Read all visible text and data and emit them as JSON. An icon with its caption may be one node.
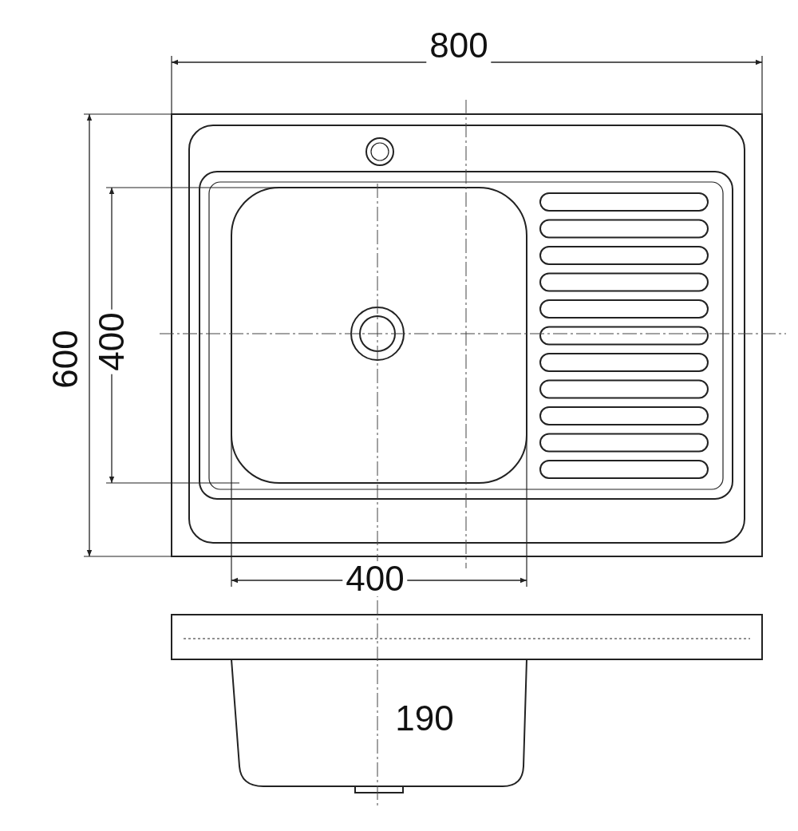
{
  "diagram": {
    "labels": [
      "800",
      "600",
      "400",
      "400",
      "190"
    ]
  }
}
